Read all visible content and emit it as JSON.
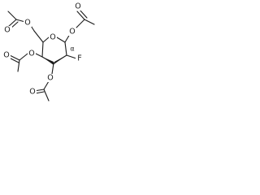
{
  "molecule": {
    "atoms": {
      "ring_oxygen": "O",
      "acetyl_top_left_carbonyl_o": "O",
      "acetyl_top_left_ester_o": "O",
      "acetyl_top_right_carbonyl_o": "O",
      "acetyl_top_right_ester_o": "O",
      "acetyl_mid_left_carbonyl_o": "O",
      "acetyl_mid_left_ester_o": "O",
      "acetyl_bottom_carbonyl_o": "O",
      "acetyl_bottom_ester_o": "O",
      "fluorine": "F"
    },
    "stereo_marker": "α"
  },
  "colors": {
    "bond": "#1a1a1a",
    "background": "#ffffff"
  }
}
